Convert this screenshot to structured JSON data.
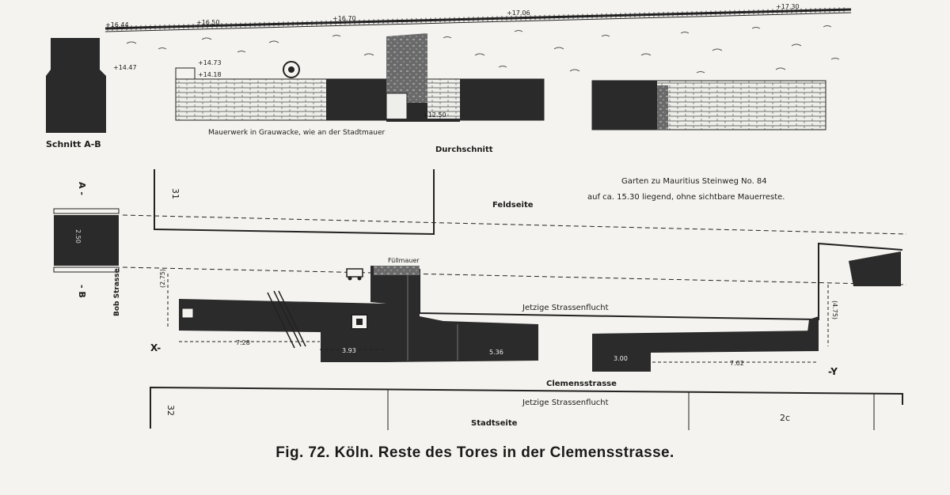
{
  "elevations": {
    "e1": "+16.44",
    "e2": "+16.50",
    "e3": "+16.70",
    "e4": "+17.06",
    "e5": "+17.30",
    "e6": "+14.47",
    "e7": "+14.73",
    "e8": "+14.18",
    "e9": "+12.50"
  },
  "labels": {
    "schnitt": "Schnitt A-B",
    "mauerwerk": "Mauerwerk in Grauwacke, wie an der Stadtmauer",
    "durchschnitt": "Durchschnitt",
    "garten_line1": "Garten zu Mauritius Steinweg No. 84",
    "garten_line2": "auf ca. 15.30 liegend, ohne sichtbare Mauerreste.",
    "feldseite": "Feldseite",
    "fuellmauer": "Füllmauer",
    "jetzige_top": "Jetzige Strassenflucht",
    "clemensstrasse": "Clemensstrasse",
    "jetzige_bottom": "Jetzige Strassenflucht",
    "stadtseite": "Stadtseite",
    "bob_strasse": "Bob Strasse",
    "house_31": "31",
    "house_32": "32",
    "house_2c": "2c",
    "marker_a": "A -",
    "marker_b": "- B",
    "marker_x": "X-",
    "marker_y": "-Y"
  },
  "dimensions": {
    "d_728": "7.28",
    "d_393": "3.93",
    "d_536": "5.36",
    "d_300": "3.00",
    "d_702": "7.02",
    "d_275": "(2.75)",
    "d_475": "(4.75)",
    "d_250": "2.50"
  },
  "caption": "Fig. 72.  Köln.  Reste des Tores in der Clemensstrasse."
}
